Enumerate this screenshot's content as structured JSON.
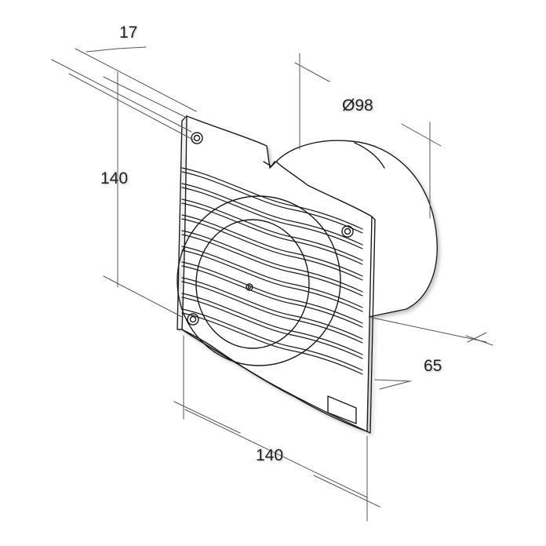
{
  "dimensions": {
    "frame_thickness": "17",
    "duct_diameter": "Ø98",
    "height": "140",
    "width": "140",
    "duct_depth": "65"
  }
}
